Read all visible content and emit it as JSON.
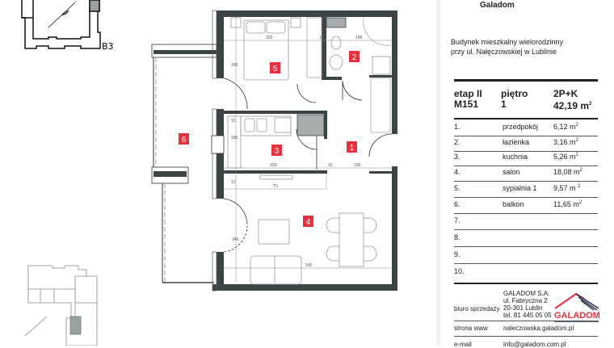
{
  "site": {
    "building_label": "B3"
  },
  "plan": {
    "rooms": [
      {
        "number": "1"
      },
      {
        "number": "2"
      },
      {
        "number": "3"
      },
      {
        "number": "4"
      },
      {
        "number": "5"
      },
      {
        "number": "6"
      }
    ],
    "dimensions": {
      "bed_width": "320",
      "bath_wall": "12",
      "bath_width": "198",
      "bed_depth": "305",
      "kitchen_wall": "12",
      "kitchen_counter": "185",
      "kitchen_width": "320",
      "hall_wall": "10",
      "hall_width": "200",
      "living_wall": "12",
      "tv": "TV",
      "living_depth": "346",
      "living_width": "530"
    },
    "room_label_color": "#e8313f",
    "wall_color": "#3d4445"
  },
  "panel": {
    "brand": "Galadom",
    "building_line1": "Budynek mieszkalny wielorodzinny",
    "building_line2": "przy ul. Nałęczowskiej w Lublinie",
    "stage_label": "etap II",
    "unit_code": "M151",
    "floor_label": "piętro",
    "floor_value": "1",
    "type": "2P+K",
    "total_area": "42,19 m",
    "total_area_unit_sup": "2",
    "rooms": [
      {
        "no": "1.",
        "name": "przedpokój",
        "area": "6,12 m",
        "sup": "2"
      },
      {
        "no": "2.",
        "name": "łazienka",
        "area": "3,16 m",
        "sup": "2"
      },
      {
        "no": "3.",
        "name": "kuchnia",
        "area": "5,26 m",
        "sup": "2"
      },
      {
        "no": "4.",
        "name": "salon",
        "area": "18,08 m",
        "sup": "2"
      },
      {
        "no": "5.",
        "name": "sypialnia 1",
        "area": "9,57 m ",
        "sup": "2"
      },
      {
        "no": "6.",
        "name": "balkon",
        "area": "11,65 m",
        "sup": "2"
      },
      {
        "no": "7.",
        "name": "",
        "area": "",
        "sup": ""
      },
      {
        "no": "8.",
        "name": "",
        "area": "",
        "sup": ""
      },
      {
        "no": "9.",
        "name": "",
        "area": "",
        "sup": ""
      },
      {
        "no": "10.",
        "name": "",
        "area": "",
        "sup": ""
      }
    ],
    "office_label": "biuro sprzedaży",
    "office_lines": [
      "GALADOM S.A.",
      "ul. Fabryczna 2",
      "20-301 Lublin",
      "tel. 81 445 05 05"
    ],
    "logo_text": "GALADOM",
    "logo_color": "#e8313f",
    "www_label": "strona www",
    "www_value": "naleczowska.galadom.pl",
    "email_label": "e-mail",
    "email_value": "info@galadom.com.pl"
  }
}
